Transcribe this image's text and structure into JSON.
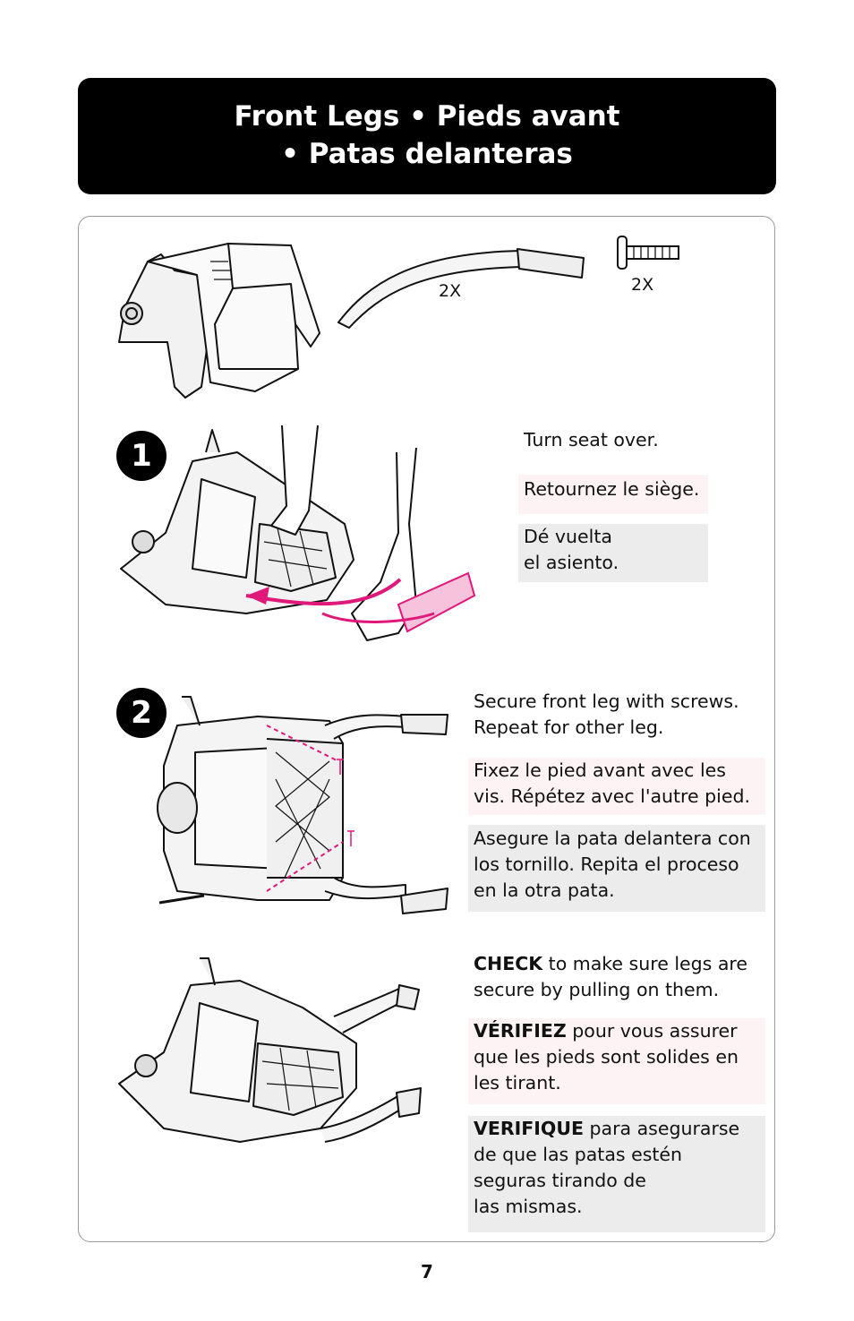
{
  "header": {
    "line1": "Front Legs  • Pieds avant",
    "line2": "• Patas delanteras"
  },
  "parts": {
    "leg_qty": "2X",
    "screw_qty": "2X"
  },
  "step1": {
    "number": "1",
    "en": "Turn seat over.",
    "fr": "Retournez le siège.",
    "es_line1": "Dé vuelta",
    "es_line2": "el asiento."
  },
  "step2": {
    "number": "2",
    "en_line1": "Secure front leg with screws.",
    "en_line2": "Repeat for other leg.",
    "fr_line1": "Fixez le pied avant avec les",
    "fr_line2": "vis. Répétez avec l'autre pied.",
    "es_line1": "Asegure la pata delantera con",
    "es_line2": "los tornillo. Repita el proceso",
    "es_line3": "en la otra pata."
  },
  "check": {
    "en_bold": "CHECK",
    "en_line1": " to make sure legs are",
    "en_line2": "secure by pulling on them.",
    "fr_bold": "VÉRIFIEZ",
    "fr_line1": " pour vous assurer",
    "fr_line2": "que les pieds sont solides en",
    "fr_line3": "les tirant.",
    "es_bold": "VERIFIQUE",
    "es_line1": " para asegurarse",
    "es_line2": "de que las patas estén",
    "es_line3": "seguras tirando de",
    "es_line4": "las mismas."
  },
  "page_number": "7",
  "colors": {
    "accent": "#e0187a",
    "header_bg": "#000000"
  }
}
